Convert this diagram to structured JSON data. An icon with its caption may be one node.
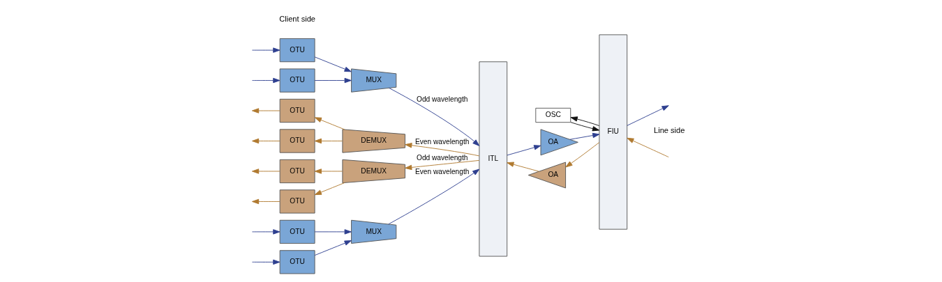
{
  "diagram": {
    "nodes": [
      {
        "text": [
          "OTU"
        ]
      },
      {
        "text": [
          "OTU"
        ]
      },
      {
        "text": [
          "OTU"
        ]
      },
      {
        "text": [
          "OTU"
        ]
      },
      {
        "text": [
          "MUX"
        ]
      },
      {
        "text": [
          "MUX"
        ]
      },
      {
        "text": [
          "OTU"
        ]
      },
      {
        "text": [
          "OTU"
        ]
      },
      {
        "text": [
          "OTU"
        ]
      },
      {
        "text": [
          "OTU"
        ]
      },
      {
        "text": [
          "DEMUX"
        ]
      },
      {
        "text": [
          "DEMUX"
        ]
      },
      {
        "text": [
          "ITL"
        ]
      },
      {
        "text": [
          "OA"
        ]
      },
      {
        "text": [
          "OSC"
        ]
      },
      {
        "text": [
          "FIU"
        ]
      },
      {
        "text": [
          "OA"
        ]
      }
    ],
    "edges": [
      {
        "from": null,
        "to": 0,
        "arrow": "to",
        "color": "#2e3f8f"
      },
      {
        "from": null,
        "to": 1,
        "arrow": "to",
        "color": "#2e3f8f"
      },
      {
        "from": null,
        "to": 2,
        "arrow": "to",
        "color": "#2e3f8f"
      },
      {
        "from": null,
        "to": 3,
        "arrow": "to",
        "color": "#2e3f8f"
      },
      {
        "from": 0,
        "to": 4,
        "arrow": "to",
        "color": "#2e3f8f"
      },
      {
        "from": 1,
        "to": 4,
        "arrow": "to",
        "color": "#2e3f8f"
      },
      {
        "from": 2,
        "to": 5,
        "arrow": "to",
        "color": "#2e3f8f"
      },
      {
        "from": 3,
        "to": 5,
        "arrow": "to",
        "color": "#2e3f8f"
      },
      {
        "from": 4,
        "to": 12,
        "arrow": "to",
        "label": "Even wavelength",
        "color": "#2e3f8f"
      },
      {
        "from": 5,
        "to": 12,
        "arrow": "to",
        "label": "Odd wavelength",
        "color": "#2e3f8f"
      },
      {
        "from": 12,
        "to": 13,
        "arrow": "to",
        "color": "#2e3f8f"
      },
      {
        "from": 13,
        "to": 15,
        "arrow": "to",
        "color": "#2e3f8f"
      },
      {
        "from": 15,
        "to": null,
        "arrow": "to",
        "color": "#2e3f8f"
      },
      {
        "from": 14,
        "to": 15,
        "arrow": "to",
        "color": "#111111"
      },
      {
        "from": 15,
        "to": 14,
        "arrow": "to",
        "color": "#111111"
      },
      {
        "from": null,
        "to": 15,
        "arrow": "to",
        "color": "#b07a30"
      },
      {
        "from": 15,
        "to": 16,
        "arrow": "to",
        "color": "#b07a30"
      },
      {
        "from": 16,
        "to": 12,
        "arrow": "to",
        "color": "#b07a30"
      },
      {
        "from": 12,
        "to": 10,
        "arrow": "to",
        "label": "Even wavelength",
        "color": "#b07a30"
      },
      {
        "from": 12,
        "to": 11,
        "arrow": "to",
        "label": "Odd wavelength",
        "color": "#b07a30"
      },
      {
        "from": 10,
        "to": 6,
        "arrow": "to",
        "color": "#b07a30"
      },
      {
        "from": 10,
        "to": 7,
        "arrow": "to",
        "color": "#b07a30"
      },
      {
        "from": 11,
        "to": 8,
        "arrow": "to",
        "color": "#b07a30"
      },
      {
        "from": 11,
        "to": 9,
        "arrow": "to",
        "color": "#b07a30"
      },
      {
        "from": 6,
        "to": null,
        "arrow": "to",
        "color": "#b07a30"
      },
      {
        "from": 7,
        "to": null,
        "arrow": "to",
        "color": "#b07a30"
      },
      {
        "from": 8,
        "to": null,
        "arrow": "to",
        "color": "#b07a30"
      },
      {
        "from": 9,
        "to": null,
        "arrow": "to",
        "color": "#b07a30"
      }
    ],
    "labels": [
      "Client side",
      "Line side"
    ]
  }
}
